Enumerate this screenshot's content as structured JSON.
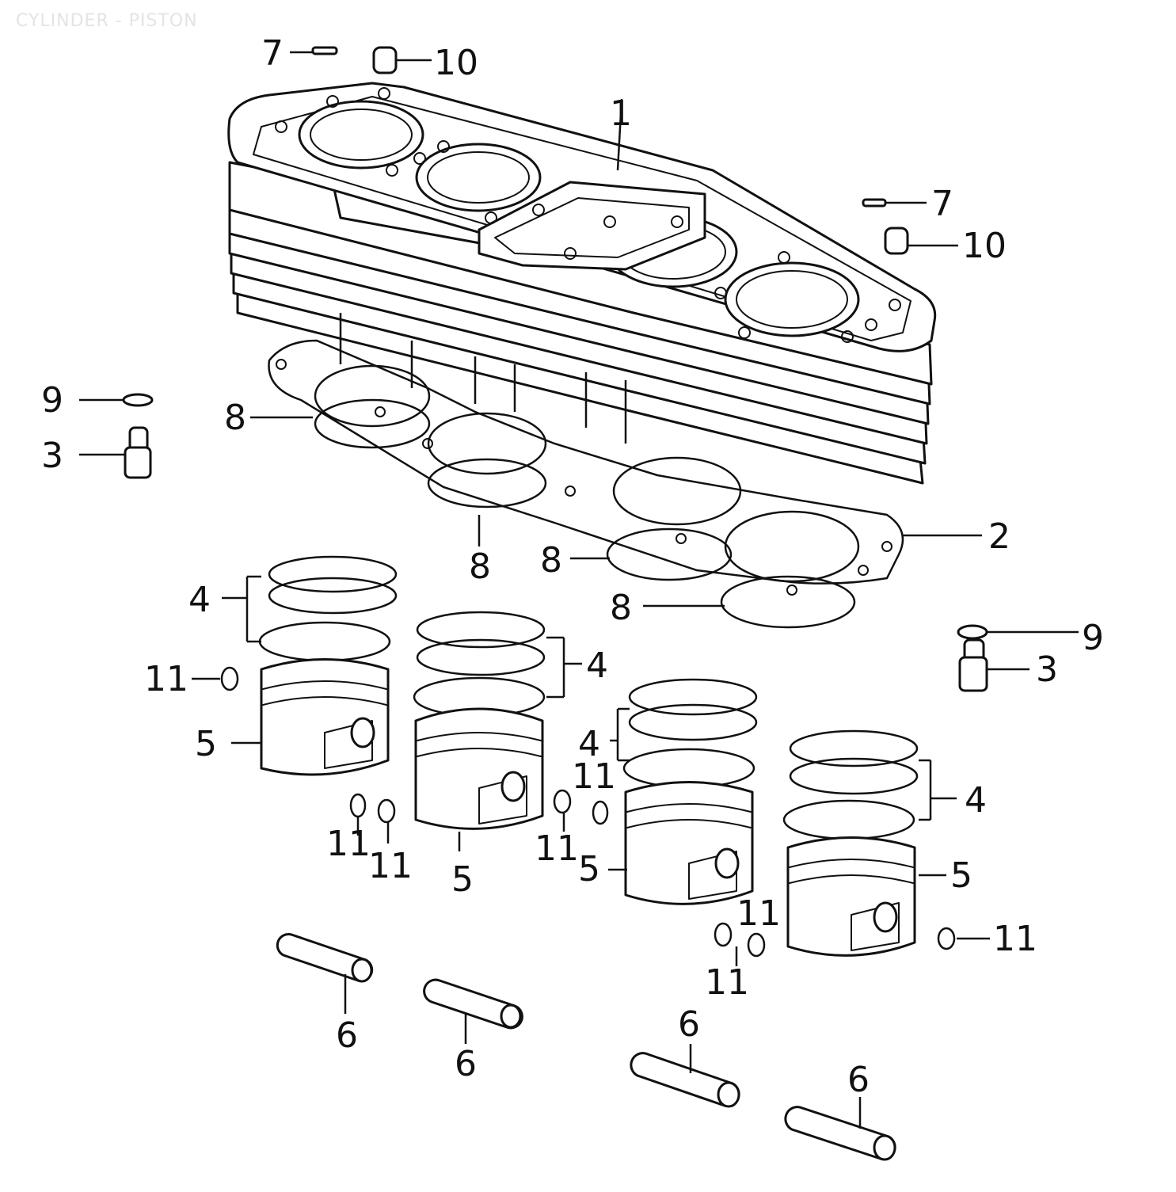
{
  "title": "CYLINDER - PISTON",
  "callouts": {
    "c1": "1",
    "c2": "2",
    "c3a": "3",
    "c3b": "3",
    "c4a": "4",
    "c4b": "4",
    "c4c": "4",
    "c4d": "4",
    "c5a": "5",
    "c5b": "5",
    "c5c": "5",
    "c5d": "5",
    "c6a": "6",
    "c6b": "6",
    "c6c": "6",
    "c6d": "6",
    "c7a": "7",
    "c7b": "7",
    "c8a": "8",
    "c8b": "8",
    "c8c": "8",
    "c8d": "8",
    "c9a": "9",
    "c9b": "9",
    "c10a": "10",
    "c10b": "10",
    "c11a": "11",
    "c11b": "11",
    "c11c": "11",
    "c11d": "11",
    "c11e": "11",
    "c11f": "11",
    "c11g": "11",
    "c11h": "11"
  }
}
